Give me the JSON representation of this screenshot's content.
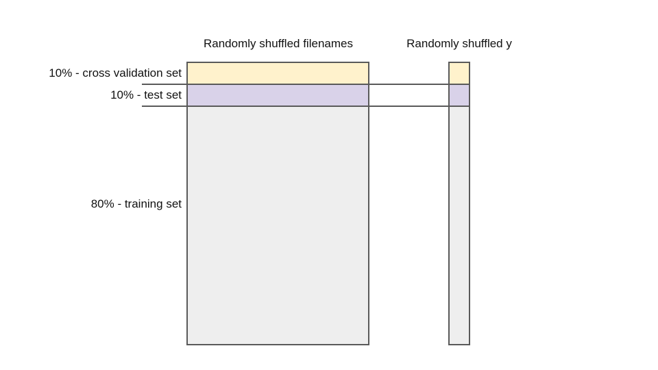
{
  "headers": {
    "filenames": "Randomly shuffled filenames",
    "y": "Randomly shuffled y"
  },
  "segments": [
    {
      "label": "10% - cross validation set",
      "color": "#fff2cc"
    },
    {
      "label": "10% - test set",
      "color": "#d9d2e9"
    },
    {
      "label": "80% - training set",
      "color": "#eeeeee"
    }
  ],
  "colors": {
    "border": "#595959",
    "text": "#111111"
  }
}
